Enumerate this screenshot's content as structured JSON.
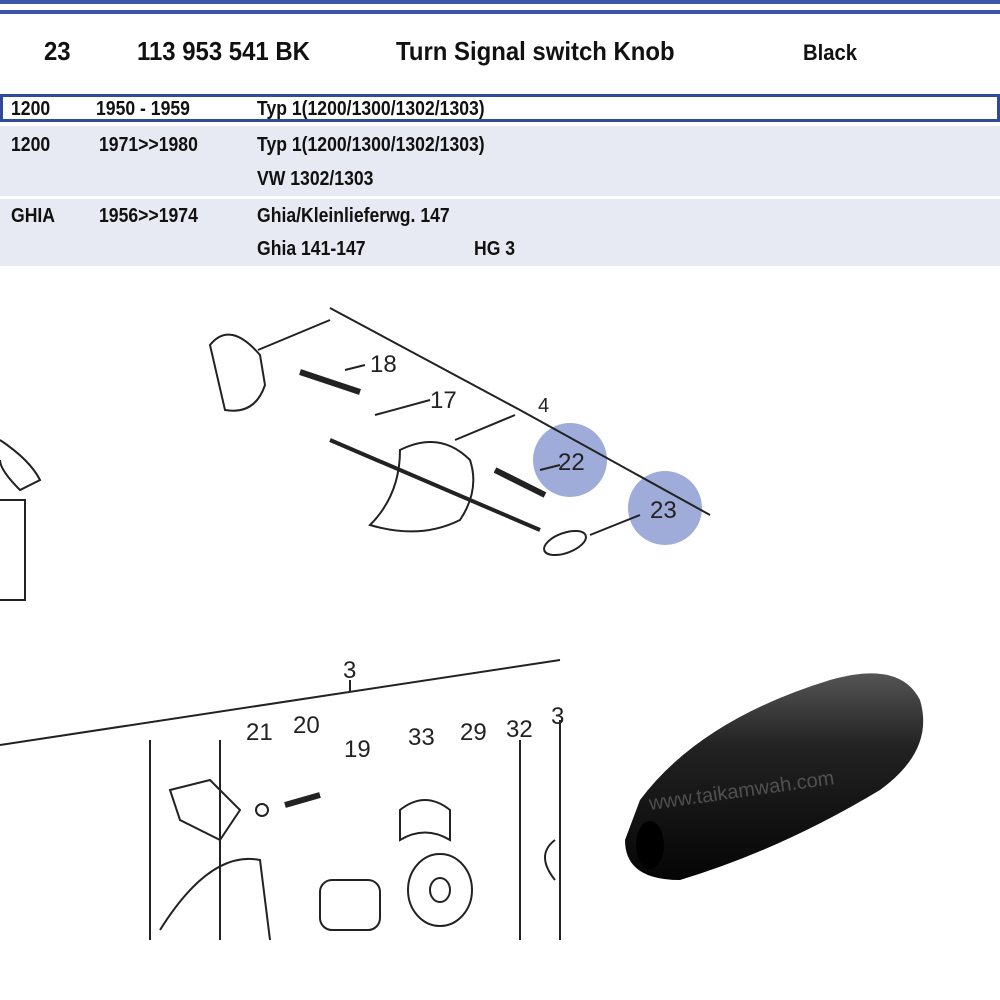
{
  "header": {
    "item_no": "23",
    "part_no": "113 953 541 BK",
    "description": "Turn Signal switch Knob",
    "color": "Black"
  },
  "rows": [
    {
      "model": "1200",
      "years": "1950 - 1959",
      "lines": [
        "Typ 1(1200/1300/1302/1303)"
      ],
      "extra": ""
    },
    {
      "model": "1200",
      "years": "1971>>1980",
      "lines": [
        "Typ 1(1200/1300/1302/1303)",
        "VW 1302/1303"
      ],
      "extra": ""
    },
    {
      "model": "GHIA",
      "years": "1956>>1974",
      "lines": [
        "Ghia/Kleinlieferwg. 147",
        "Ghia 141-147"
      ],
      "extra": "HG 3"
    }
  ],
  "diagram": {
    "labels": [
      "18",
      "17",
      "4",
      "22",
      "23",
      "3",
      "21",
      "20",
      "19",
      "33",
      "29",
      "32",
      "3"
    ],
    "highlight_color": "#8e9ed2"
  },
  "photo": {
    "watermark": "www.taikamwah.com"
  }
}
